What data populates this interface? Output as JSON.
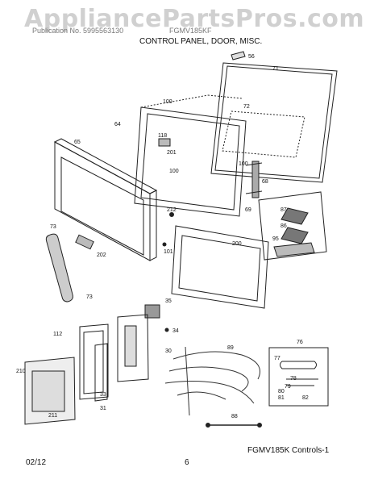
{
  "header": {
    "watermark": "AppliancePartsPros.com",
    "publication": "Publication No. 5995563130",
    "model": "FGMV185KF",
    "section_title": "CONTROL PANEL, DOOR, MISC."
  },
  "callouts": {
    "c56": "56",
    "c71": "71",
    "c72": "72",
    "c100a": "100",
    "c64": "64",
    "c118": "118",
    "c201": "201",
    "c65": "65",
    "c100b": "100",
    "c100c": "100",
    "c68": "68",
    "c69": "69",
    "c212": "212",
    "c73a": "73",
    "c202": "202",
    "c101": "101",
    "c200": "200",
    "c87": "87",
    "c86": "86",
    "c95": "95",
    "c73b": "73",
    "c35": "35",
    "c112": "112",
    "c34": "34",
    "c30": "30",
    "c210": "210",
    "c33": "33",
    "c31": "31",
    "c211": "211",
    "c76": "76",
    "c77": "77",
    "c89": "89",
    "c78": "78",
    "c79": "79",
    "c80": "80",
    "c81": "81",
    "c82": "82",
    "c88": "88"
  },
  "figure_code": "FGMV185K Controls-1",
  "footer": {
    "date": "02/12",
    "page": "6"
  }
}
